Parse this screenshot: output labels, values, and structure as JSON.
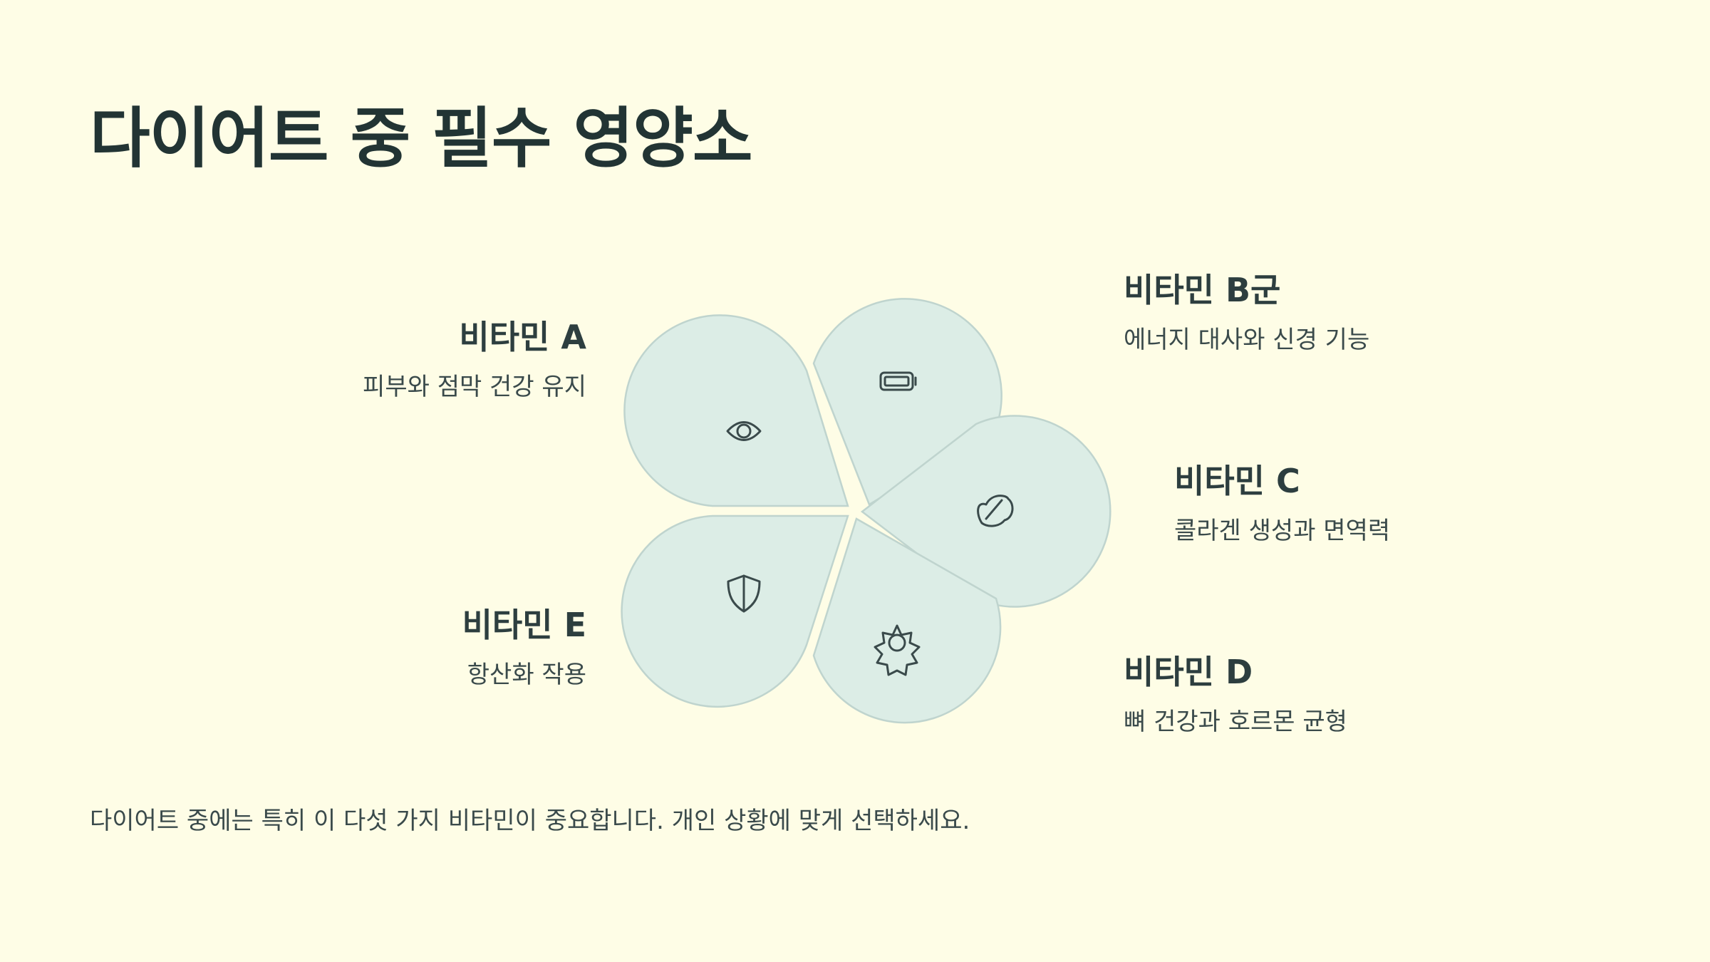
{
  "title": "다이어트 중 필수 영양소",
  "items": [
    {
      "name": "비타민 A",
      "desc": "피부와 점막 건강 유지",
      "icon": "eye-icon"
    },
    {
      "name": "비타민 B군",
      "desc": "에너지 대사와 신경 기능",
      "icon": "battery-icon"
    },
    {
      "name": "비타민 C",
      "desc": "콜라겐 생성과 면역력",
      "icon": "lemon-icon"
    },
    {
      "name": "비타민 D",
      "desc": "뼈 건강과 호르몬 균형",
      "icon": "sun-icon"
    },
    {
      "name": "비타민 E",
      "desc": "항산화 작용",
      "icon": "shield-icon"
    }
  ],
  "footer": "다이어트 중에는 특히 이 다섯 가지 비타민이 중요합니다. 개인 상황에 맞게 선택하세요.",
  "colors": {
    "background": "#FEFDE6",
    "petal_fill": "#DCEDE6",
    "petal_stroke": "#BFD4CE",
    "text_dark": "#223434"
  }
}
